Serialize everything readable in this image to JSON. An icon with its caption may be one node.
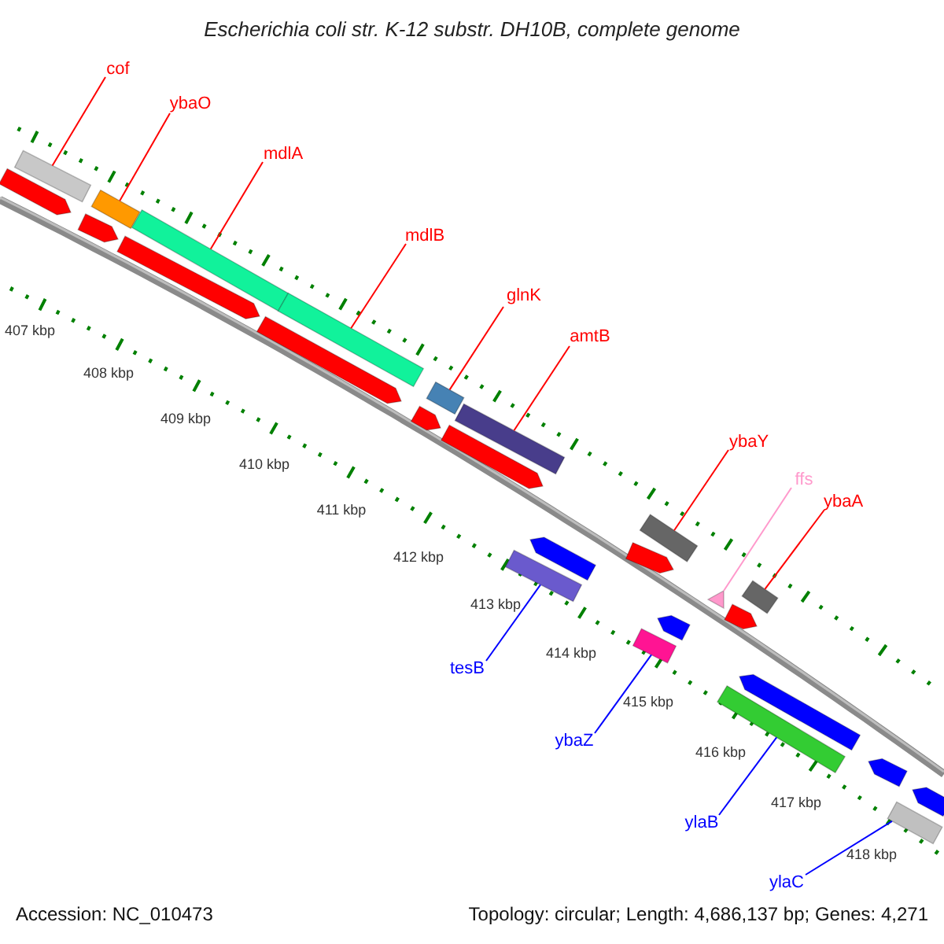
{
  "diagram": {
    "title": "Escherichia coli str. K-12 substr. DH10B, complete genome",
    "nodes": [
      {
        "text": [
          "cof"
        ]
      },
      {
        "text": [
          "ybaO"
        ]
      },
      {
        "text": [
          "mdlA"
        ]
      },
      {
        "text": [
          "mdlB"
        ]
      },
      {
        "text": [
          "glnK"
        ]
      },
      {
        "text": [
          "amtB"
        ]
      },
      {
        "text": [
          "ybaY"
        ]
      },
      {
        "text": [
          "ffs"
        ]
      },
      {
        "text": [
          "ybaA"
        ]
      },
      {
        "text": [
          "tesB"
        ]
      },
      {
        "text": [
          "ybaZ"
        ]
      },
      {
        "text": [
          "ylaB"
        ]
      },
      {
        "text": [
          "ylaC"
        ]
      },
      {
        "text": [],
        "shape": "arrow"
      },
      {
        "text": [],
        "shape": "bar"
      },
      {
        "text": [],
        "shape": "arrow"
      },
      {
        "text": [],
        "shape": "bar"
      },
      {
        "text": [],
        "shape": "arrow"
      },
      {
        "text": [],
        "shape": "bar"
      },
      {
        "text": [],
        "shape": "arrow"
      },
      {
        "text": [],
        "shape": "bar"
      },
      {
        "text": [],
        "shape": "arrow"
      },
      {
        "text": [],
        "shape": "bar"
      },
      {
        "text": [],
        "shape": "arrow"
      },
      {
        "text": [],
        "shape": "bar"
      },
      {
        "text": [],
        "shape": "bar"
      },
      {
        "text": [],
        "shape": "arrow"
      },
      {
        "text": [],
        "shape": "arrow"
      },
      {
        "text": [],
        "shape": "bar"
      },
      {
        "text": [],
        "shape": "bar"
      },
      {
        "text": [],
        "shape": "arrow"
      },
      {
        "text": [],
        "shape": "triangle"
      },
      {
        "text": [],
        "shape": "bar"
      },
      {
        "text": [],
        "shape": "arrow"
      },
      {
        "text": [],
        "shape": "arrow"
      },
      {
        "text": [],
        "shape": "bar"
      },
      {
        "text": [],
        "shape": "arrow"
      },
      {
        "text": [],
        "shape": "bar"
      },
      {
        "text": [],
        "shape": "arrow"
      }
    ],
    "edges": [
      {
        "from": 0,
        "to": 14,
        "arrow": "none"
      },
      {
        "from": 1,
        "to": 16,
        "arrow": "none"
      },
      {
        "from": 2,
        "to": 18,
        "arrow": "none"
      },
      {
        "from": 3,
        "to": 20,
        "arrow": "none"
      },
      {
        "from": 4,
        "to": 22,
        "arrow": "none"
      },
      {
        "from": 5,
        "to": 24,
        "arrow": "none"
      },
      {
        "from": 6,
        "to": 29,
        "arrow": "none"
      },
      {
        "from": 7,
        "to": 31,
        "arrow": "none",
        "color": "#ff99cc"
      },
      {
        "from": 8,
        "to": 35,
        "arrow": "none"
      },
      {
        "from": 9,
        "to": 25,
        "arrow": "none",
        "color": "#0000ff"
      },
      {
        "from": 10,
        "to": 28,
        "arrow": "none",
        "color": "#0000ff"
      },
      {
        "from": 11,
        "to": 32,
        "arrow": "none",
        "color": "#0000ff"
      },
      {
        "from": 12,
        "to": 37,
        "arrow": "none",
        "color": "#0000ff"
      }
    ],
    "labels": [
      "407 kbp",
      "408 kbp",
      "409 kbp",
      "410 kbp",
      "411 kbp",
      "412 kbp",
      "413 kbp",
      "414 kbp",
      "415 kbp",
      "416 kbp",
      "417 kbp",
      "418 kbp",
      "Accession: NC_010473",
      "Topology: circular; Length: 4,686,137 bp; Genes: 4,271"
    ]
  }
}
